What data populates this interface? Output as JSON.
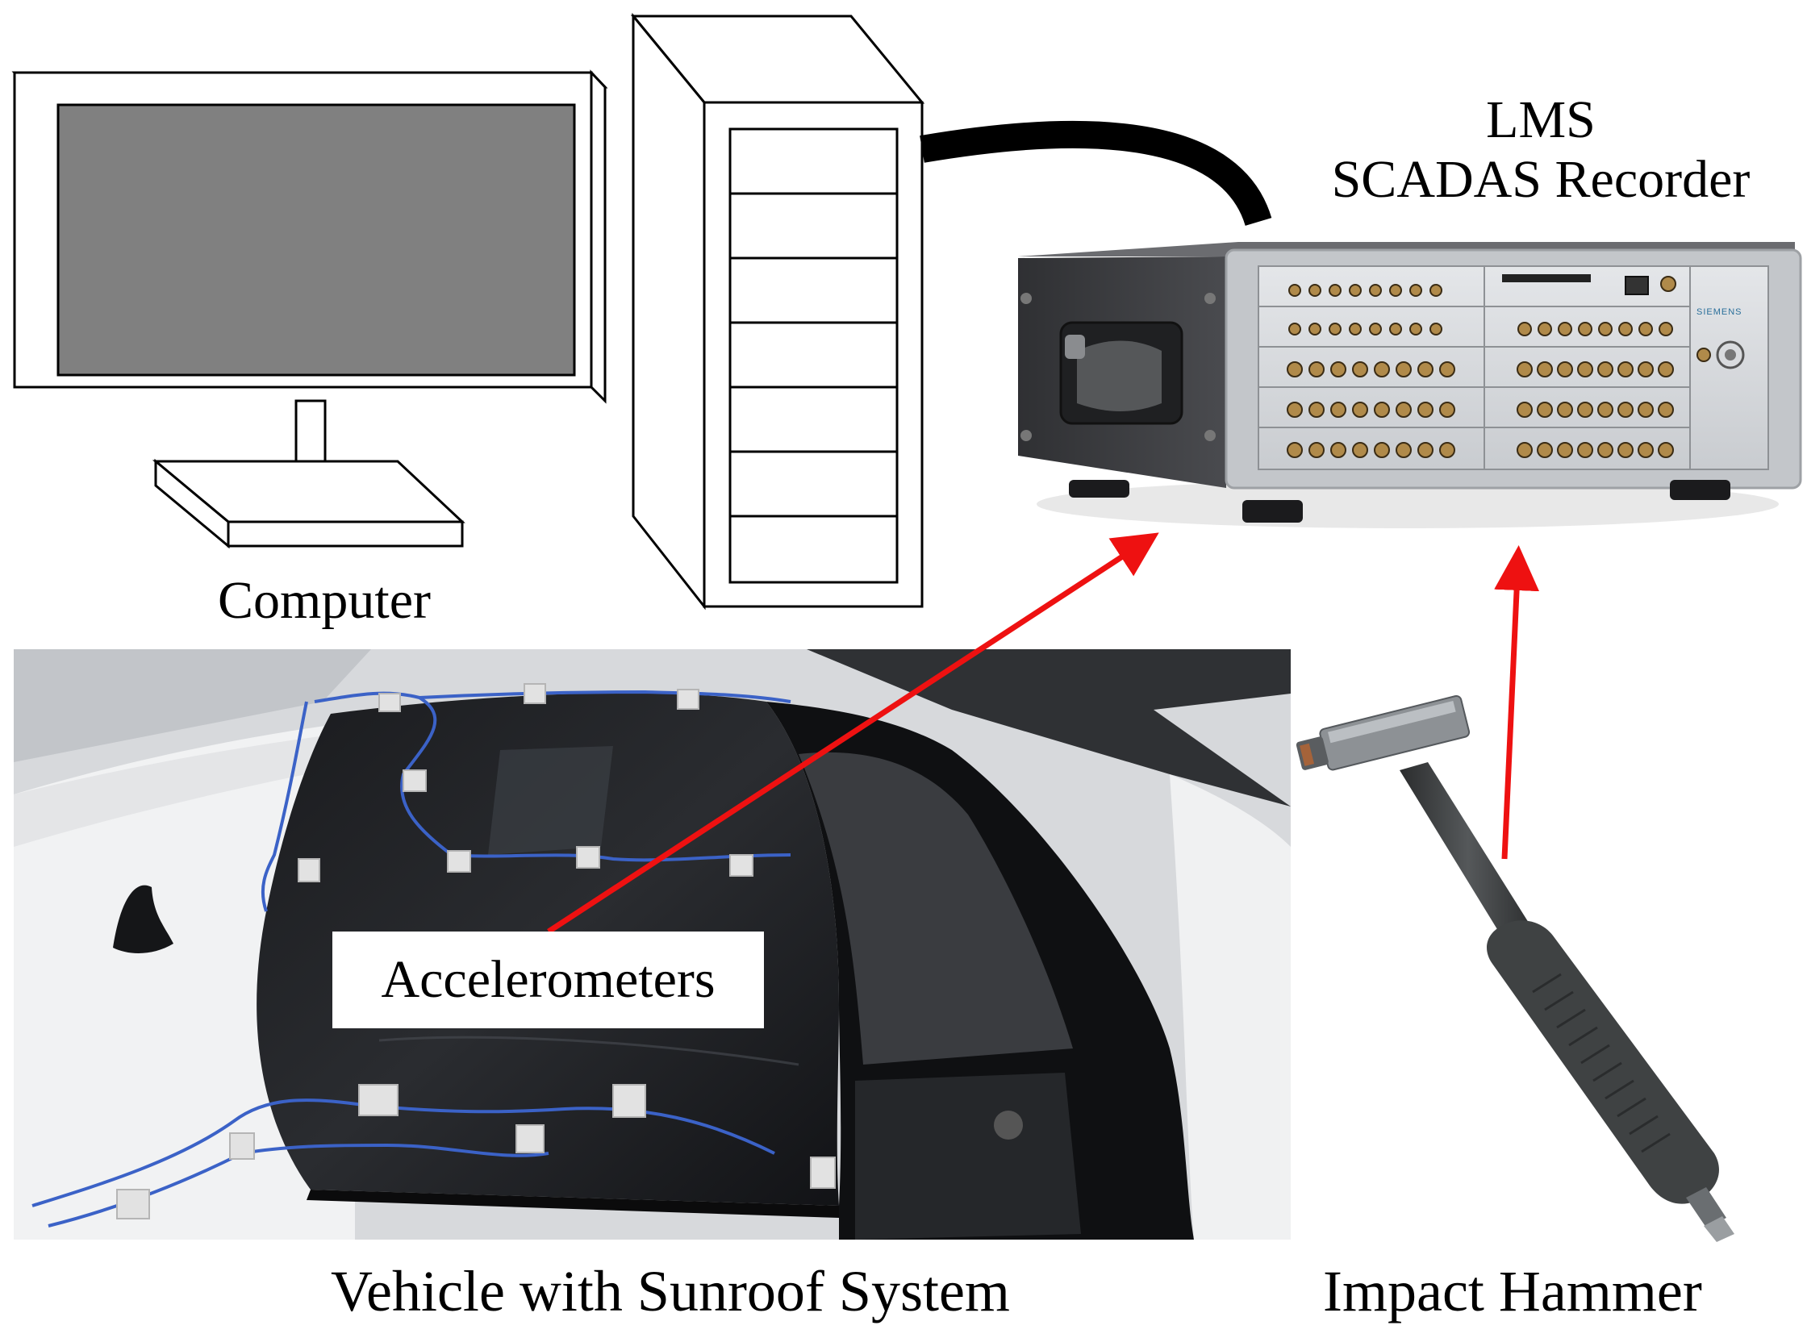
{
  "labels": {
    "computer": "Computer",
    "recorder_line1": "LMS",
    "recorder_line2": "SCADAS Recorder",
    "accelerometers": "Accelerometers",
    "vehicle": "Vehicle with Sunroof System",
    "hammer": "Impact Hammer"
  },
  "device_branding": "SIEMENS",
  "colors": {
    "arrow": "#ee1111",
    "monitor_screen": "#808080",
    "cable": "#000000",
    "recorder_side": "#3a3b3e",
    "recorder_panel": "#d6d8db"
  }
}
